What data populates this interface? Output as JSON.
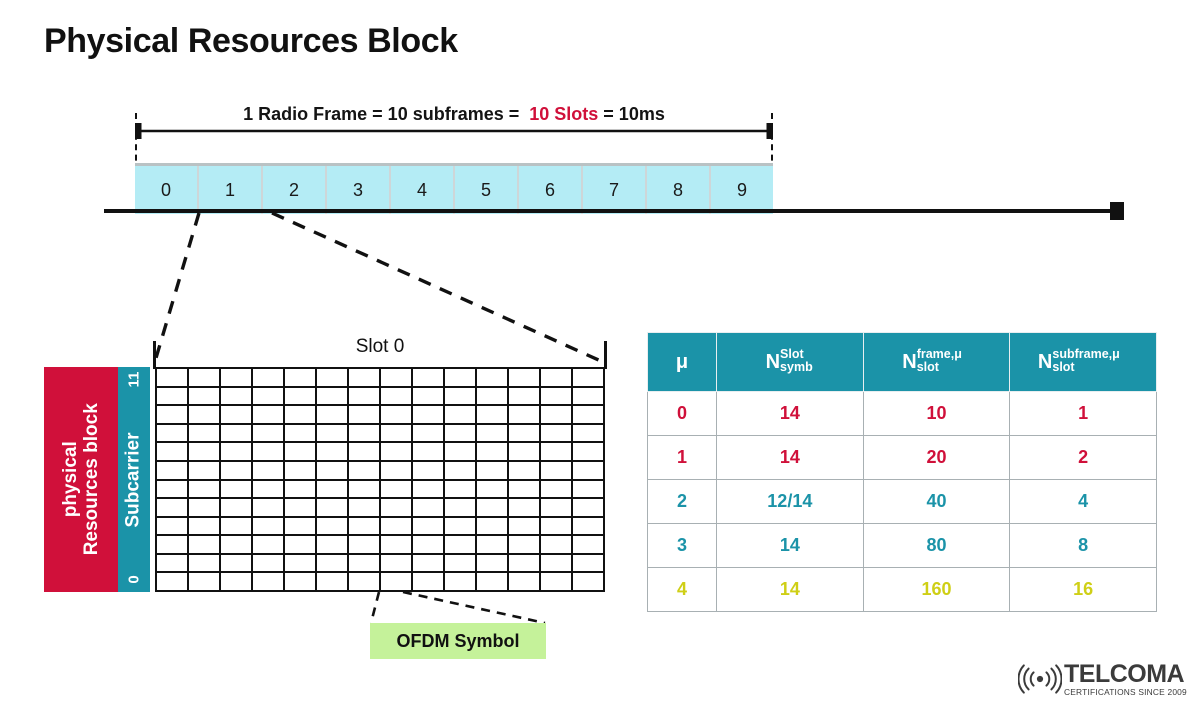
{
  "page": {
    "title": "Physical Resources Block"
  },
  "frame": {
    "caption_part1": "1 Radio Frame = 10 subframes = ",
    "caption_highlight": "10 Slots",
    "caption_part2": " = 10ms",
    "subframes": [
      "0",
      "1",
      "2",
      "3",
      "4",
      "5",
      "6",
      "7",
      "8",
      "9"
    ],
    "span_arrow_name": "radio-frame-span-arrow",
    "time_axis_name": "time-axis-arrow"
  },
  "resource_grid": {
    "slot_label": "Slot 0",
    "columns": 14,
    "rows": 12,
    "prb_label_line1": "physical",
    "prb_label_line2": "Resources block",
    "subcarrier_label": "Subcarrier",
    "subcarrier_top": "11",
    "subcarrier_bottom": "0",
    "callout_label": "OFDM Symbol"
  },
  "numerology_table": {
    "headers": [
      {
        "base": "μ",
        "sup": "",
        "sub": ""
      },
      {
        "base": "N",
        "sup": "Slot",
        "sub": "symb"
      },
      {
        "base": "N",
        "sup": "frame,μ",
        "sub": "slot"
      },
      {
        "base": "N",
        "sup": "subframe,μ",
        "sub": "slot"
      }
    ],
    "rows": [
      {
        "mu": "0",
        "n_symb_slot": "14",
        "n_slot_frame": "10",
        "n_slot_subframe": "1",
        "color": "crimson"
      },
      {
        "mu": "1",
        "n_symb_slot": "14",
        "n_slot_frame": "20",
        "n_slot_subframe": "2",
        "color": "crimson"
      },
      {
        "mu": "2",
        "n_symb_slot": "12/14",
        "n_slot_frame": "40",
        "n_slot_subframe": "4",
        "color": "teal"
      },
      {
        "mu": "3",
        "n_symb_slot": "14",
        "n_slot_frame": "80",
        "n_slot_subframe": "8",
        "color": "teal"
      },
      {
        "mu": "4",
        "n_symb_slot": "14",
        "n_slot_frame": "160",
        "n_slot_subframe": "16",
        "color": "olive"
      }
    ]
  },
  "logo": {
    "name": "TELCOMA",
    "tagline": "CERTIFICATIONS SINCE 2009",
    "icon": "radio-wave-icon"
  },
  "colors": {
    "crimson": "#d0103a",
    "teal": "#1b93a8",
    "olive": "#cfcf16",
    "subframe_fill": "#b4ecf5",
    "callout_fill": "#c5f29a",
    "ink": "#111111"
  }
}
